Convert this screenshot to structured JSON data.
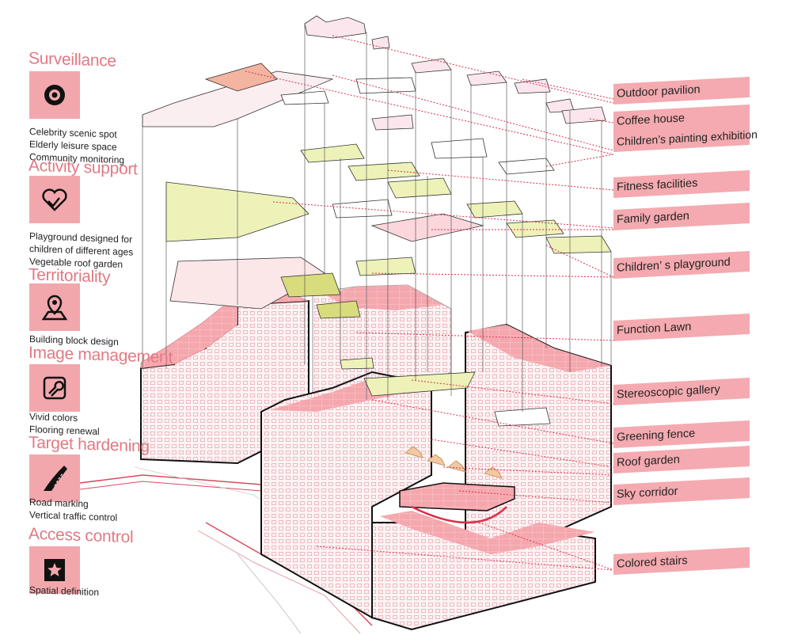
{
  "categories": [
    {
      "title": "Surveillance",
      "icon": "eye-icon",
      "items": [
        "Celebrity scenic spot",
        "Elderly leisure space",
        "Community monitoring"
      ]
    },
    {
      "title": "Activity support",
      "icon": "heart-hand-icon",
      "items": [
        "Playground designed for",
        "children of different ages",
        "Vegetable roof garden"
      ]
    },
    {
      "title": "Territoriality",
      "icon": "map-pin-icon",
      "items": [
        "Building block design"
      ]
    },
    {
      "title": "Image management",
      "icon": "wrench-icon",
      "items": [
        "Vivid colors",
        "Flooring renewal"
      ]
    },
    {
      "title": "Target hardening",
      "icon": "road-icon",
      "items": [
        "Road marking",
        "Vertical traffic control"
      ]
    },
    {
      "title": "Access control",
      "icon": "star-badge-icon",
      "items": [
        "Spatial definition"
      ]
    }
  ],
  "tags": [
    "Outdoor pavilion",
    "Coffee house",
    "Children’s painting exhibition",
    "Fitness facilities",
    "Family garden",
    "Children’ s playground",
    "Function Lawn",
    "Stereoscopic gallery",
    "Greening fence",
    "Roof garden",
    "Sky corridor",
    "Colored stairs"
  ],
  "colors": {
    "accent": "#e07a84",
    "tag_fill": "#f4aab0",
    "leader": "#d9304a",
    "building_fill": "#fbe3e5",
    "roof": "#f4a3a9",
    "plate_green": "#eef2b8"
  }
}
